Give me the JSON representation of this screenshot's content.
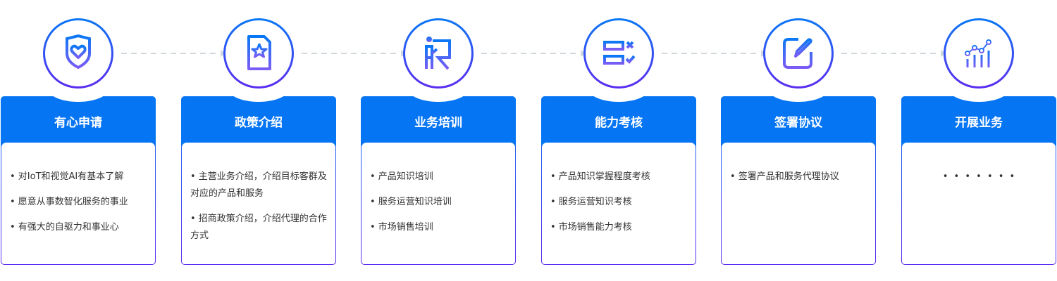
{
  "colors": {
    "header": "#0575f3",
    "gradient_top": "#0a78f5",
    "gradient_bottom": "#5b2cf0",
    "arrow": "#cfd8dc"
  },
  "steps": [
    {
      "title": "有心申请",
      "icon": "shield-heart-icon",
      "items": [
        "• 对IoT和视觉AI有基本了解",
        "• 愿意从事数智化服务的事业",
        "• 有强大的自驱力和事业心"
      ]
    },
    {
      "title": "政策介绍",
      "icon": "document-star-icon",
      "items": [
        "• 主营业务介绍，介绍目标客群及对应的产品和服务",
        "• 招商政策介绍，介绍代理的合作方式"
      ]
    },
    {
      "title": "业务培训",
      "icon": "presenter-board-icon",
      "items": [
        "• 产品知识培训",
        "• 服务运营知识培训",
        "• 市场销售培训"
      ]
    },
    {
      "title": "能力考核",
      "icon": "checklist-icon",
      "items": [
        "• 产品知识掌握程度考核",
        "• 服务运营知识考核",
        "• 市场销售能力考核"
      ]
    },
    {
      "title": "签署协议",
      "icon": "edit-square-icon",
      "items": [
        "• 签署产品和服务代理协议"
      ]
    },
    {
      "title": "开展业务",
      "icon": "chart-growth-icon",
      "items": [],
      "ellipsis": "• • • • • • •"
    }
  ]
}
